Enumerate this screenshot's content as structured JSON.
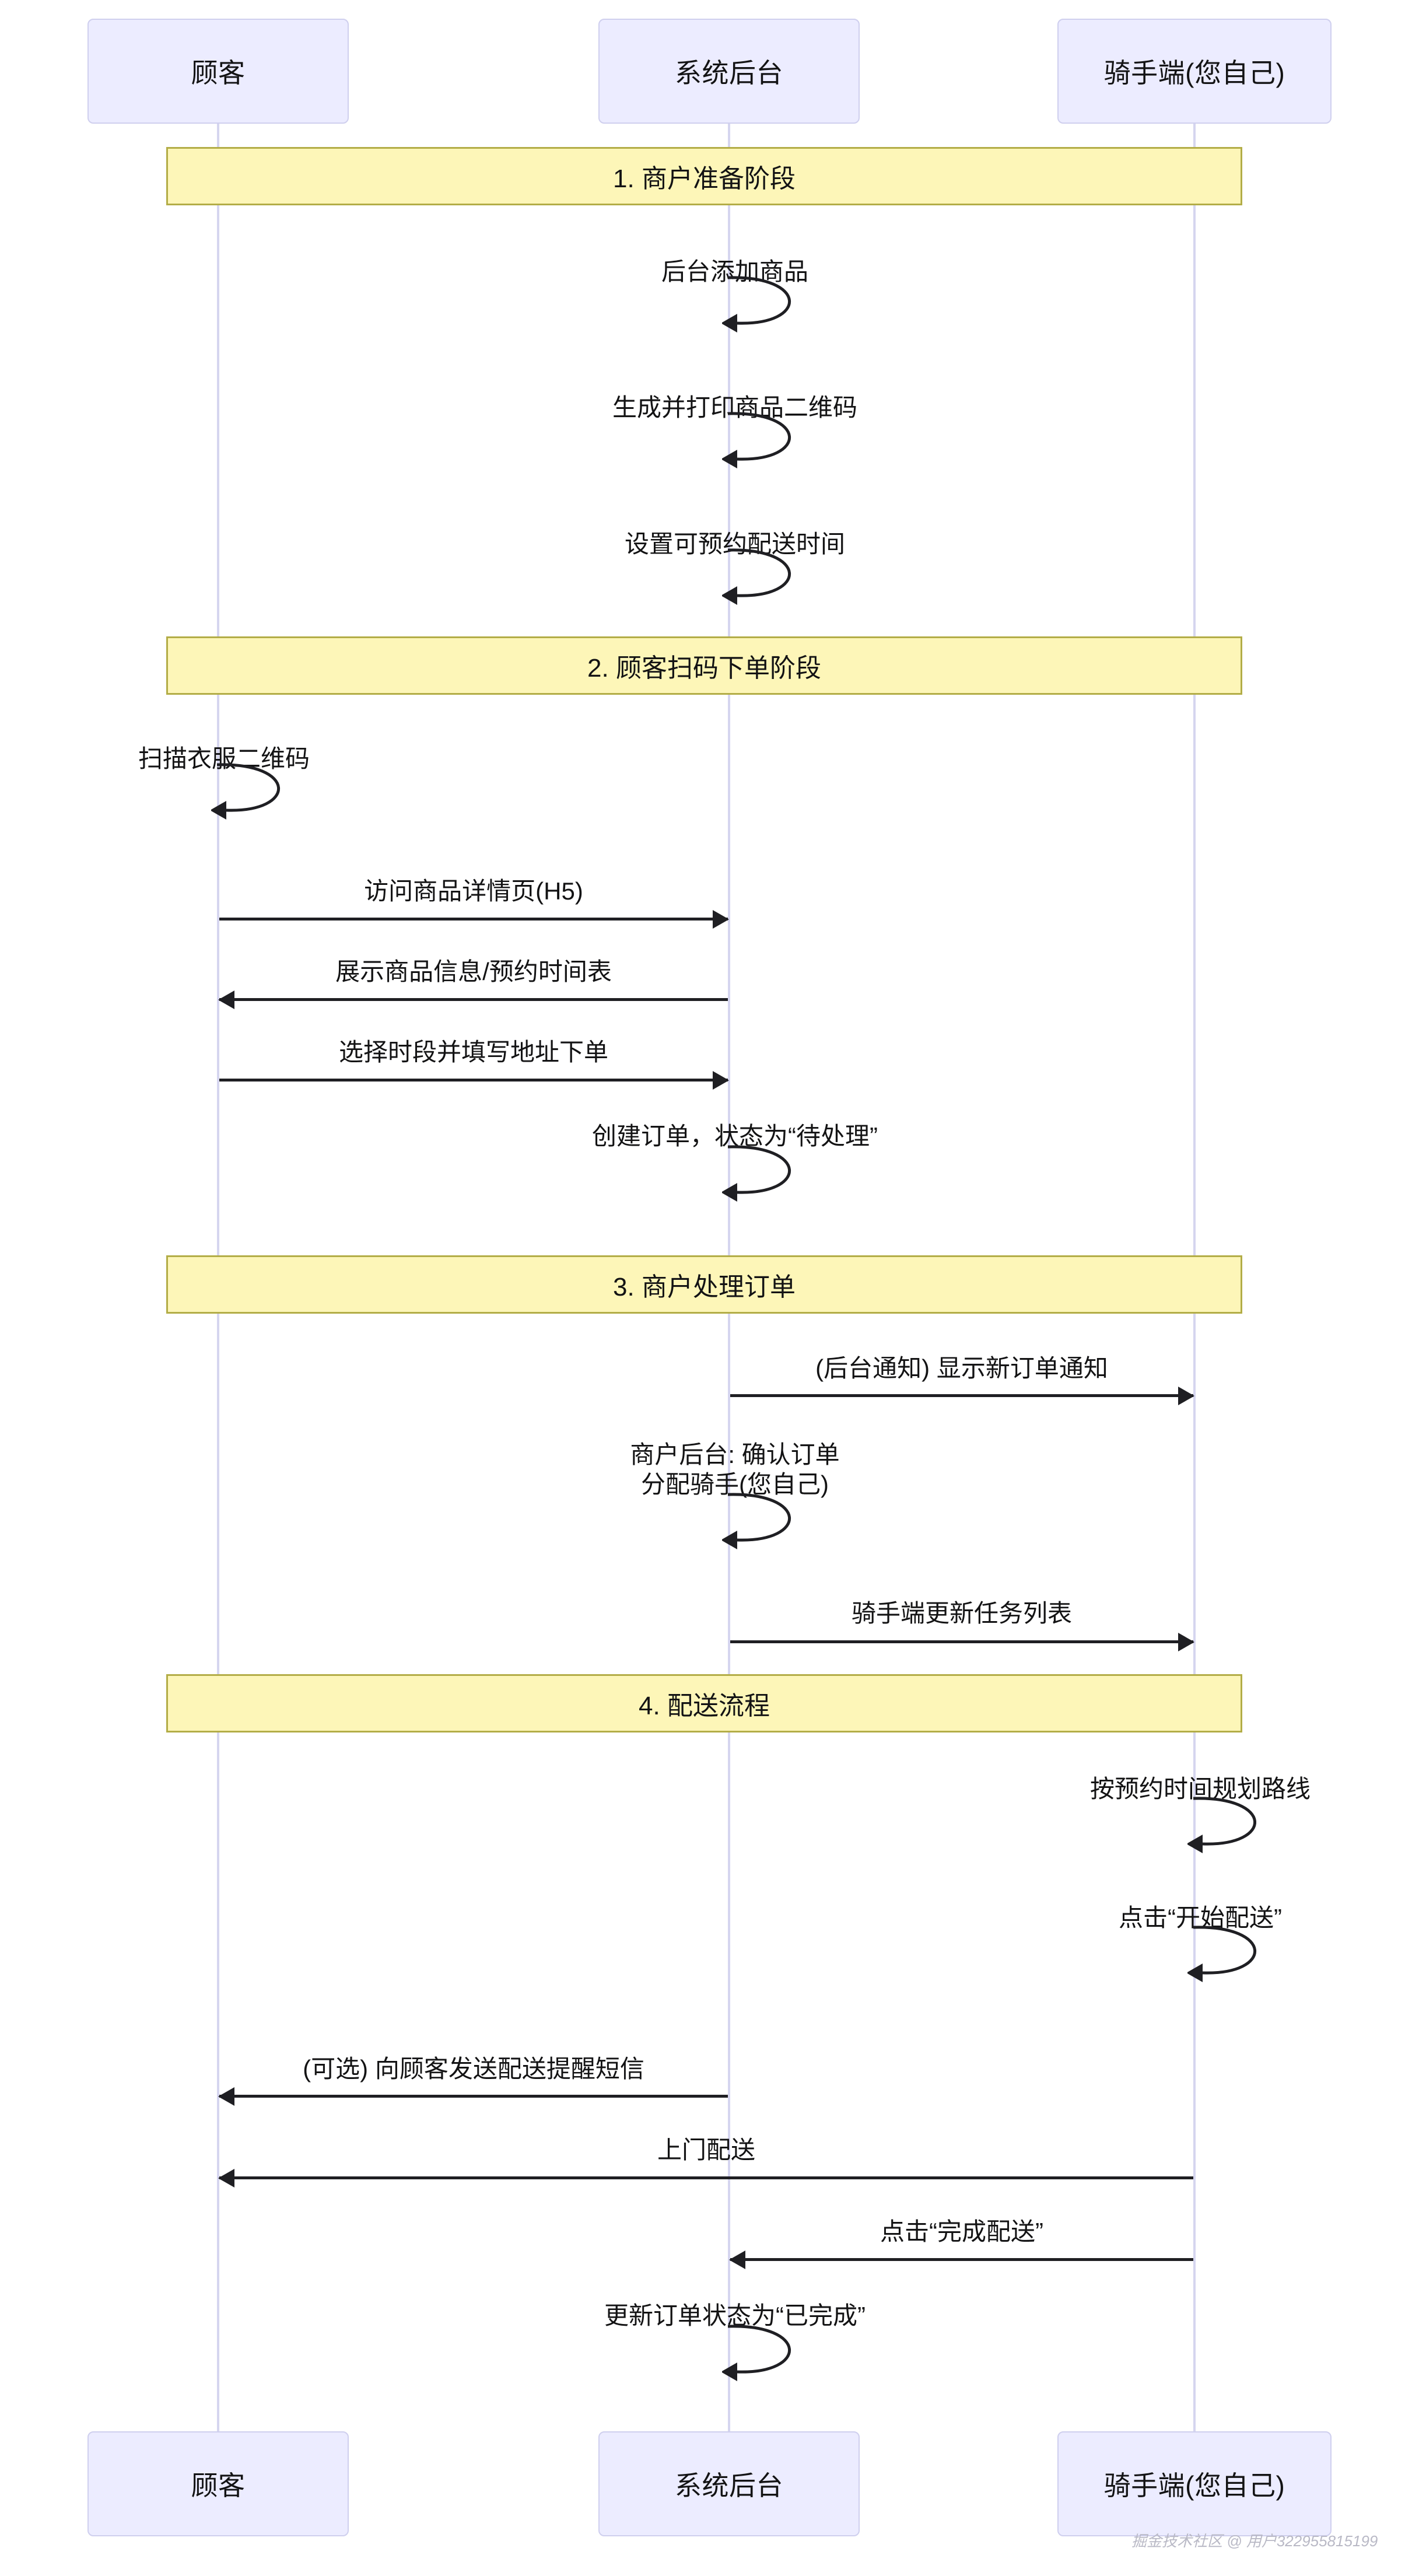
{
  "diagram": {
    "type": "sequence-diagram",
    "title": "",
    "background_color": "#ffffff",
    "actor_box_color": "#ececff",
    "actor_border_color": "#cfcfee",
    "lifeline_color": "#d5d5ef",
    "band_color": "#fdf6b8",
    "band_border_color": "#b3ad47",
    "line_color": "#1f1f23"
  },
  "actors": [
    {
      "id": "customer",
      "label": "顾客"
    },
    {
      "id": "system",
      "label": "系统后台"
    },
    {
      "id": "rider",
      "label": "骑手端(您自己)"
    }
  ],
  "sections": [
    {
      "id": "s1",
      "label": "1. 商户准备阶段"
    },
    {
      "id": "s2",
      "label": "2. 顾客扫码下单阶段"
    },
    {
      "id": "s3",
      "label": "3. 商户处理订单"
    },
    {
      "id": "s4",
      "label": "4. 配送流程"
    }
  ],
  "messages": [
    {
      "id": "m1",
      "section": "s1",
      "from": "system",
      "to": "system",
      "kind": "self",
      "label": "后台添加商品"
    },
    {
      "id": "m2",
      "section": "s1",
      "from": "system",
      "to": "system",
      "kind": "self",
      "label": "生成并打印商品二维码"
    },
    {
      "id": "m3",
      "section": "s1",
      "from": "system",
      "to": "system",
      "kind": "self",
      "label": "设置可预约配送时间"
    },
    {
      "id": "m4",
      "section": "s2",
      "from": "customer",
      "to": "customer",
      "kind": "self",
      "label": "扫描衣服二维码"
    },
    {
      "id": "m5",
      "section": "s2",
      "from": "customer",
      "to": "system",
      "kind": "right",
      "label": "访问商品详情页(H5)"
    },
    {
      "id": "m6",
      "section": "s2",
      "from": "system",
      "to": "customer",
      "kind": "left",
      "label": "展示商品信息/预约时间表"
    },
    {
      "id": "m7",
      "section": "s2",
      "from": "customer",
      "to": "system",
      "kind": "right",
      "label": "选择时段并填写地址下单"
    },
    {
      "id": "m8",
      "section": "s2",
      "from": "system",
      "to": "system",
      "kind": "self",
      "label": "创建订单，状态为“待处理”"
    },
    {
      "id": "m9",
      "section": "s3",
      "from": "system",
      "to": "rider",
      "kind": "right",
      "label": "(后台通知) 显示新订单通知"
    },
    {
      "id": "m10",
      "section": "s3",
      "from": "system",
      "to": "system",
      "kind": "self",
      "label": "商户后台: 确认订单\n分配骑手(您自己)"
    },
    {
      "id": "m11",
      "section": "s3",
      "from": "system",
      "to": "rider",
      "kind": "right",
      "label": "骑手端更新任务列表"
    },
    {
      "id": "m12",
      "section": "s4",
      "from": "rider",
      "to": "rider",
      "kind": "self",
      "label": "按预约时间规划路线"
    },
    {
      "id": "m13",
      "section": "s4",
      "from": "rider",
      "to": "rider",
      "kind": "self",
      "label": "点击“开始配送”"
    },
    {
      "id": "m14",
      "section": "s4",
      "from": "system",
      "to": "customer",
      "kind": "left",
      "label": "(可选) 向顾客发送配送提醒短信"
    },
    {
      "id": "m15",
      "section": "s4",
      "from": "rider",
      "to": "customer",
      "kind": "left",
      "label": "上门配送"
    },
    {
      "id": "m16",
      "section": "s4",
      "from": "rider",
      "to": "system",
      "kind": "left",
      "label": "点击“完成配送”"
    },
    {
      "id": "m17",
      "section": "s4",
      "from": "system",
      "to": "system",
      "kind": "self",
      "label": "更新订单状态为“已完成”"
    }
  ],
  "watermark": {
    "text": "掘金技术社区 @ 用户322955815199"
  }
}
